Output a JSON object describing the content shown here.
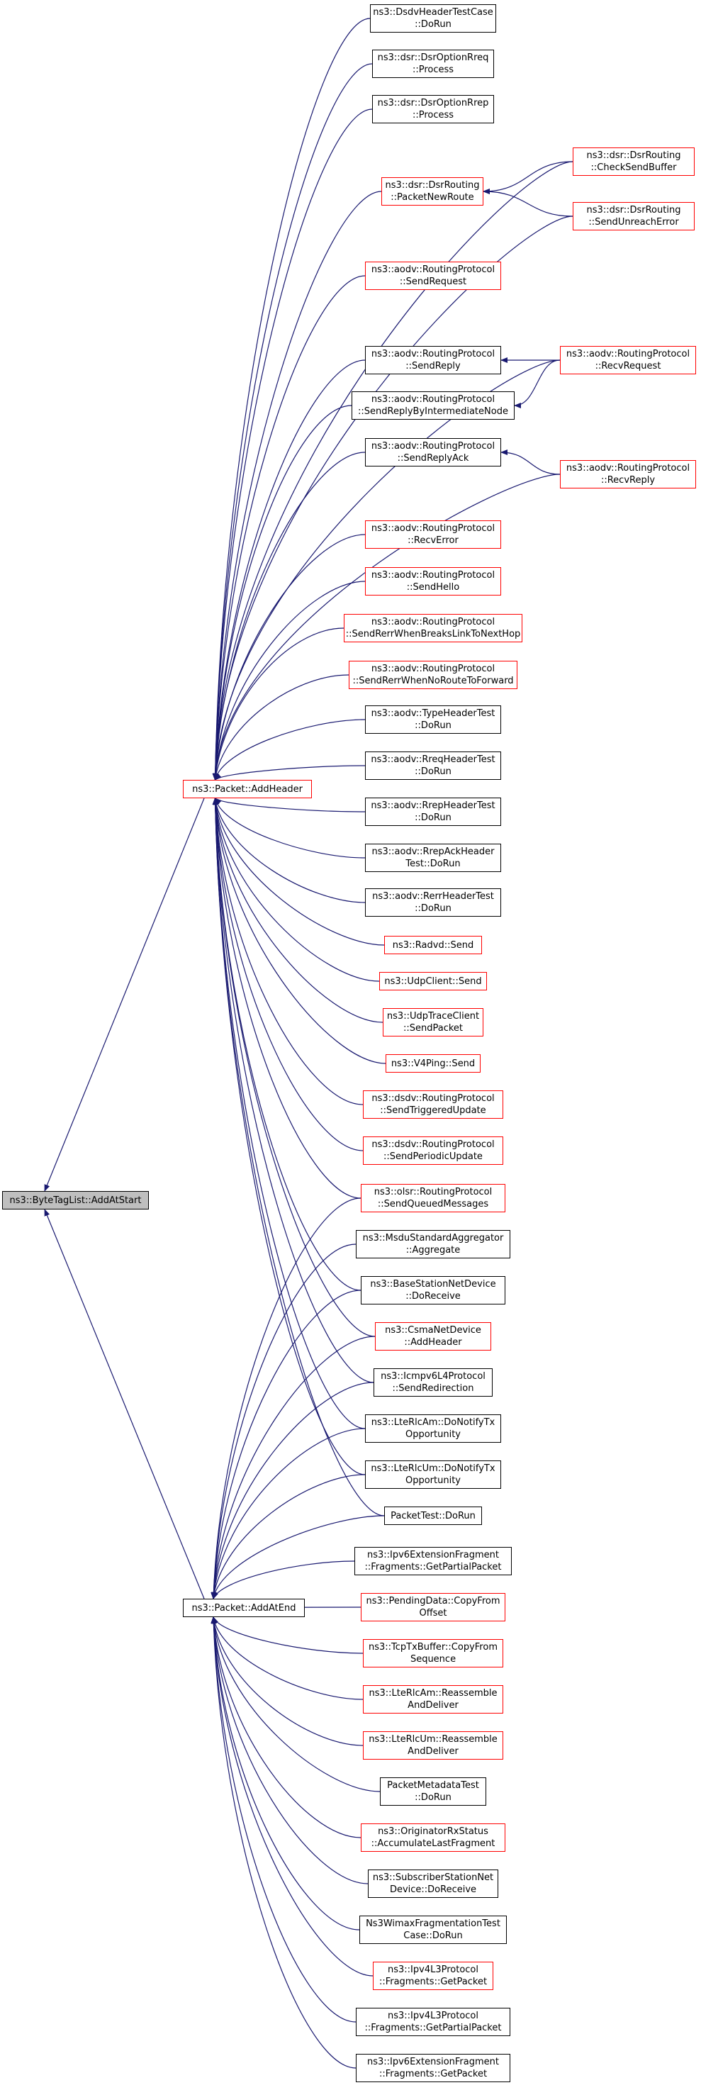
{
  "colors": {
    "edge": "#191970",
    "node_border": "#000000",
    "incomplete_border": "#ff0000",
    "root_fill": "#bfbfbf"
  },
  "nodes": [
    {
      "id": "root",
      "lines": [
        "ns3::ByteTagList::AddAtStart"
      ],
      "style": "root"
    },
    {
      "id": "addheader",
      "lines": [
        "ns3::Packet::AddHeader"
      ],
      "style": "red"
    },
    {
      "id": "addatend",
      "lines": [
        "ns3::Packet::AddAtEnd"
      ],
      "style": "black"
    },
    {
      "id": "dsdvhdr",
      "lines": [
        "ns3::DsdvHeaderTestCase",
        "::DoRun"
      ],
      "style": "black"
    },
    {
      "id": "dsrrreq",
      "lines": [
        "ns3::dsr::DsrOptionRreq",
        "::Process"
      ],
      "style": "black"
    },
    {
      "id": "dsrrrep",
      "lines": [
        "ns3::dsr::DsrOptionRrep",
        "::Process"
      ],
      "style": "black"
    },
    {
      "id": "dsrpnr",
      "lines": [
        "ns3::dsr::DsrRouting",
        "::PacketNewRoute"
      ],
      "style": "red"
    },
    {
      "id": "dsrcsb",
      "lines": [
        "ns3::dsr::DsrRouting",
        "::CheckSendBuffer"
      ],
      "style": "red"
    },
    {
      "id": "dsrsue",
      "lines": [
        "ns3::dsr::DsrRouting",
        "::SendUnreachError"
      ],
      "style": "red"
    },
    {
      "id": "aodvsreq",
      "lines": [
        "ns3::aodv::RoutingProtocol",
        "::SendRequest"
      ],
      "style": "red"
    },
    {
      "id": "aodvsrep",
      "lines": [
        "ns3::aodv::RoutingProtocol",
        "::SendReply"
      ],
      "style": "black"
    },
    {
      "id": "aodvrreq",
      "lines": [
        "ns3::aodv::RoutingProtocol",
        "::RecvRequest"
      ],
      "style": "red"
    },
    {
      "id": "aodvsrbin",
      "lines": [
        "ns3::aodv::RoutingProtocol",
        "::SendReplyByIntermediateNode"
      ],
      "style": "black"
    },
    {
      "id": "aodvsrack",
      "lines": [
        "ns3::aodv::RoutingProtocol",
        "::SendReplyAck"
      ],
      "style": "black"
    },
    {
      "id": "aodvrrep",
      "lines": [
        "ns3::aodv::RoutingProtocol",
        "::RecvReply"
      ],
      "style": "red"
    },
    {
      "id": "aodvrerr",
      "lines": [
        "ns3::aodv::RoutingProtocol",
        "::RecvError"
      ],
      "style": "red"
    },
    {
      "id": "aodvshello",
      "lines": [
        "ns3::aodv::RoutingProtocol",
        "::SendHello"
      ],
      "style": "red"
    },
    {
      "id": "aodvsrwbl",
      "lines": [
        "ns3::aodv::RoutingProtocol",
        "::SendRerrWhenBreaksLinkToNextHop"
      ],
      "style": "red"
    },
    {
      "id": "aodvsrwnr",
      "lines": [
        "ns3::aodv::RoutingProtocol",
        "::SendRerrWhenNoRouteToForward"
      ],
      "style": "red"
    },
    {
      "id": "aodvtht",
      "lines": [
        "ns3::aodv::TypeHeaderTest",
        "::DoRun"
      ],
      "style": "black"
    },
    {
      "id": "aodvrreqht",
      "lines": [
        "ns3::aodv::RreqHeaderTest",
        "::DoRun"
      ],
      "style": "black"
    },
    {
      "id": "aodvrrepht",
      "lines": [
        "ns3::aodv::RrepHeaderTest",
        "::DoRun"
      ],
      "style": "black"
    },
    {
      "id": "aodvrrepackht",
      "lines": [
        "ns3::aodv::RrepAckHeader",
        "Test::DoRun"
      ],
      "style": "black"
    },
    {
      "id": "aodvrerrht",
      "lines": [
        "ns3::aodv::RerrHeaderTest",
        "::DoRun"
      ],
      "style": "black"
    },
    {
      "id": "radvd",
      "lines": [
        "ns3::Radvd::Send"
      ],
      "style": "red"
    },
    {
      "id": "udpclient",
      "lines": [
        "ns3::UdpClient::Send"
      ],
      "style": "red"
    },
    {
      "id": "udptrace",
      "lines": [
        "ns3::UdpTraceClient",
        "::SendPacket"
      ],
      "style": "red"
    },
    {
      "id": "v4ping",
      "lines": [
        "ns3::V4Ping::Send"
      ],
      "style": "red"
    },
    {
      "id": "dsdvstu",
      "lines": [
        "ns3::dsdv::RoutingProtocol",
        "::SendTriggeredUpdate"
      ],
      "style": "red"
    },
    {
      "id": "dsdvspu",
      "lines": [
        "ns3::dsdv::RoutingProtocol",
        "::SendPeriodicUpdate"
      ],
      "style": "red"
    },
    {
      "id": "olsrsqm",
      "lines": [
        "ns3::olsr::RoutingProtocol",
        "::SendQueuedMessages"
      ],
      "style": "red"
    },
    {
      "id": "msdu",
      "lines": [
        "ns3::MsduStandardAggregator",
        "::Aggregate"
      ],
      "style": "black"
    },
    {
      "id": "bsnd",
      "lines": [
        "ns3::BaseStationNetDevice",
        "::DoReceive"
      ],
      "style": "black"
    },
    {
      "id": "csma",
      "lines": [
        "ns3::CsmaNetDevice",
        "::AddHeader"
      ],
      "style": "red"
    },
    {
      "id": "icmpv6",
      "lines": [
        "ns3::Icmpv6L4Protocol",
        "::SendRedirection"
      ],
      "style": "black"
    },
    {
      "id": "lterlcam",
      "lines": [
        "ns3::LteRlcAm::DoNotifyTx",
        "Opportunity"
      ],
      "style": "black"
    },
    {
      "id": "lterlcum",
      "lines": [
        "ns3::LteRlcUm::DoNotifyTx",
        "Opportunity"
      ],
      "style": "black"
    },
    {
      "id": "packettest",
      "lines": [
        "PacketTest::DoRun"
      ],
      "style": "black"
    },
    {
      "id": "ipv6frag",
      "lines": [
        "ns3::Ipv6ExtensionFragment",
        "::Fragments::GetPartialPacket"
      ],
      "style": "black"
    },
    {
      "id": "pending",
      "lines": [
        "ns3::PendingData::CopyFrom",
        "Offset"
      ],
      "style": "red"
    },
    {
      "id": "tcptx",
      "lines": [
        "ns3::TcpTxBuffer::CopyFrom",
        "Sequence"
      ],
      "style": "red"
    },
    {
      "id": "lteamreass",
      "lines": [
        "ns3::LteRlcAm::Reassemble",
        "AndDeliver"
      ],
      "style": "red"
    },
    {
      "id": "lteumreass",
      "lines": [
        "ns3::LteRlcUm::Reassemble",
        "AndDeliver"
      ],
      "style": "red"
    },
    {
      "id": "pktmeta",
      "lines": [
        "PacketMetadataTest",
        "::DoRun"
      ],
      "style": "black"
    },
    {
      "id": "origrx",
      "lines": [
        "ns3::OriginatorRxStatus",
        "::AccumulateLastFragment"
      ],
      "style": "red"
    },
    {
      "id": "ssnd",
      "lines": [
        "ns3::SubscriberStationNet",
        "Device::DoReceive"
      ],
      "style": "black"
    },
    {
      "id": "wimaxfrag",
      "lines": [
        "Ns3WimaxFragmentationTest",
        "Case::DoRun"
      ],
      "style": "black"
    },
    {
      "id": "ipv4l3",
      "lines": [
        "ns3::Ipv4L3Protocol",
        "::Fragments::GetPacket"
      ],
      "style": "red"
    },
    {
      "id": "ipv4l3p",
      "lines": [
        "ns3::Ipv4L3Protocol",
        "::Fragments::GetPartialPacket"
      ],
      "style": "black"
    },
    {
      "id": "ipv6fragp",
      "lines": [
        "ns3::Ipv6ExtensionFragment",
        "::Fragments::GetPacket"
      ],
      "style": "black"
    }
  ],
  "edges": [
    [
      "addheader",
      "root"
    ],
    [
      "addatend",
      "root"
    ],
    [
      "dsdvhdr",
      "addheader"
    ],
    [
      "dsrrreq",
      "addheader"
    ],
    [
      "dsrrrep",
      "addheader"
    ],
    [
      "dsrpnr",
      "addheader"
    ],
    [
      "dsrcsb",
      "addheader"
    ],
    [
      "dsrsue",
      "addheader"
    ],
    [
      "dsrcsb",
      "dsrpnr"
    ],
    [
      "dsrsue",
      "dsrpnr"
    ],
    [
      "aodvsreq",
      "addheader"
    ],
    [
      "aodvrreq",
      "addheader"
    ],
    [
      "aodvsrep",
      "addheader"
    ],
    [
      "aodvrreq",
      "aodvsrep"
    ],
    [
      "aodvsrbin",
      "addheader"
    ],
    [
      "aodvrreq",
      "aodvsrbin"
    ],
    [
      "aodvsrack",
      "addheader"
    ],
    [
      "aodvrrep",
      "addheader"
    ],
    [
      "aodvrrep",
      "aodvsrack"
    ],
    [
      "aodvrerr",
      "addheader"
    ],
    [
      "aodvshello",
      "addheader"
    ],
    [
      "aodvsrwbl",
      "addheader"
    ],
    [
      "aodvsrwnr",
      "addheader"
    ],
    [
      "aodvtht",
      "addheader"
    ],
    [
      "aodvrreqht",
      "addheader"
    ],
    [
      "aodvrrepht",
      "addheader"
    ],
    [
      "aodvrrepackht",
      "addheader"
    ],
    [
      "aodvrerrht",
      "addheader"
    ],
    [
      "radvd",
      "addheader"
    ],
    [
      "udpclient",
      "addheader"
    ],
    [
      "udptrace",
      "addheader"
    ],
    [
      "v4ping",
      "addheader"
    ],
    [
      "dsdvstu",
      "addheader"
    ],
    [
      "dsdvspu",
      "addheader"
    ],
    [
      "olsrsqm",
      "addheader"
    ],
    [
      "bsnd",
      "addheader"
    ],
    [
      "csma",
      "addheader"
    ],
    [
      "icmpv6",
      "addheader"
    ],
    [
      "lterlcam",
      "addheader"
    ],
    [
      "lterlcum",
      "addheader"
    ],
    [
      "packettest",
      "addheader"
    ],
    [
      "olsrsqm",
      "addatend"
    ],
    [
      "msdu",
      "addatend"
    ],
    [
      "bsnd",
      "addatend"
    ],
    [
      "csma",
      "addatend"
    ],
    [
      "icmpv6",
      "addatend"
    ],
    [
      "lterlcam",
      "addatend"
    ],
    [
      "lterlcum",
      "addatend"
    ],
    [
      "packettest",
      "addatend"
    ],
    [
      "ipv6frag",
      "addatend"
    ],
    [
      "pending",
      "addatend"
    ],
    [
      "tcptx",
      "addatend"
    ],
    [
      "lteamreass",
      "addatend"
    ],
    [
      "lteumreass",
      "addatend"
    ],
    [
      "pktmeta",
      "addatend"
    ],
    [
      "origrx",
      "addatend"
    ],
    [
      "ssnd",
      "addatend"
    ],
    [
      "wimaxfrag",
      "addatend"
    ],
    [
      "ipv4l3",
      "addatend"
    ],
    [
      "ipv4l3p",
      "addatend"
    ],
    [
      "ipv6fragp",
      "addatend"
    ]
  ]
}
